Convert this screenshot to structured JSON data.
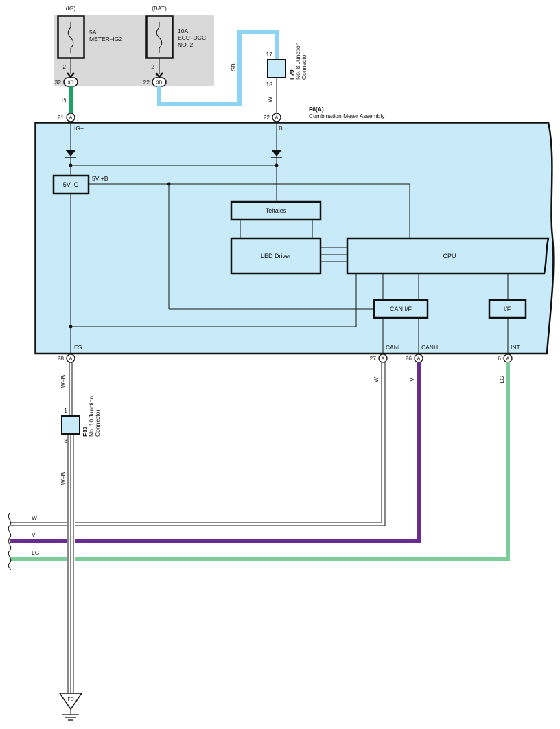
{
  "fuses": {
    "ig_header": "(IG)",
    "bat_header": "(BAT)",
    "meter_ig2_rating": "5A",
    "meter_ig2_name": "METER–IG2",
    "ecu_dcc_rating": "10A",
    "ecu_dcc_name1": "ECU–DCC",
    "ecu_dcc_name2": "NO. 2"
  },
  "pins": {
    "fuse1_out": "2",
    "fuse2_out": "2",
    "jb_pin_left": "32",
    "jb_pin_right": "22",
    "jb_code": "3D",
    "meter_ig": "21",
    "meter_b": "22",
    "meter_es": "28",
    "meter_canl": "27",
    "meter_canh": "26",
    "meter_int": "6",
    "f79_in": "17",
    "f79_out": "18",
    "f83_in": "1",
    "f83_out": "3",
    "connector_letter": "A"
  },
  "connectors": {
    "f79_code": "F79",
    "f79_name1": "No. 8 Junction",
    "f79_name2": "Connector",
    "f83_code": "F83",
    "f83_name1": "No. 10 Junction",
    "f83_name2": "Connector",
    "meter_code": "F6(A)",
    "meter_name": "Combination Meter Assembly"
  },
  "wires": {
    "g": "G",
    "sb": "SB",
    "w": "W",
    "wb_upper": "W–B",
    "wb_lower": "W–B",
    "w_canl": "W",
    "v_canh": "V",
    "lg_int": "LG",
    "bus_w": "W",
    "bus_v": "V",
    "bus_lg": "LG"
  },
  "meter": {
    "ig_terminal": "IG+",
    "b_terminal": "B",
    "es_terminal": "ES",
    "canl_terminal": "CANL",
    "canh_terminal": "CANH",
    "int_terminal": "INT",
    "reg_output": "5V +B",
    "ic_label": "5V IC",
    "teltales_label": "Teltales",
    "led_driver_label": "LED Driver",
    "cpu_label": "CPU",
    "can_if_label": "CAN I/F",
    "if_label": "I/F"
  },
  "ground": {
    "point": "FD"
  },
  "colors": {
    "junction_block_bg": "#d9d9d9",
    "meter_bg": "#c9eaf8",
    "wire_green": "#1aa163",
    "wire_skyblue": "#8fd3f2",
    "wire_violet": "#6a2b8e",
    "wire_lightgreen": "#7ecb9c"
  }
}
